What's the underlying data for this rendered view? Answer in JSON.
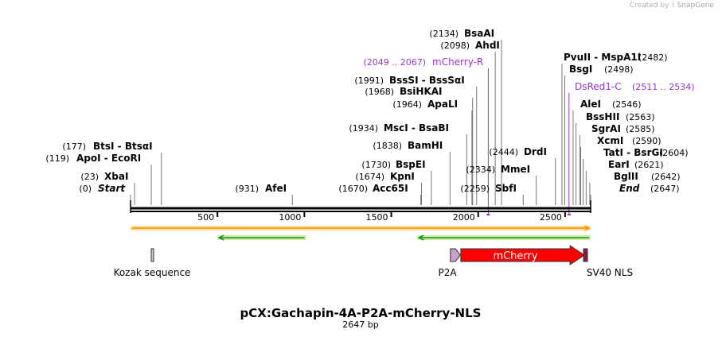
{
  "credit": {
    "prefix": "Created by",
    "brand": "SnapGene"
  },
  "title": "pCX:Gachapin-4A-P2A-mCherry-NLS",
  "length_label": "2647 bp",
  "sequence_length": 2647,
  "scale_ticks": [
    "500",
    "1000",
    "1500",
    "2000",
    "2500"
  ],
  "sites": [
    {
      "pos": "(0)",
      "name": "Start",
      "italic": true
    },
    {
      "pos": "(23)",
      "name": "XbaI"
    },
    {
      "pos": "(119)",
      "name": "ApoI  - EcoRI"
    },
    {
      "pos": "(177)",
      "name": "BtsI  - BtsαI"
    },
    {
      "pos": "(931)",
      "name": "AfeI"
    },
    {
      "pos": "(1670)",
      "name": "Acc65I"
    },
    {
      "pos": "(1674)",
      "name": "KpnI"
    },
    {
      "pos": "(1730)",
      "name": "BspEI"
    },
    {
      "pos": "(1838)",
      "name": "BamHI"
    },
    {
      "pos": "(1934)",
      "name": "MscI  - BsaBI"
    },
    {
      "pos": "(1964)",
      "name": "ApaLI"
    },
    {
      "pos": "(1968)",
      "name": "BsiHKAI"
    },
    {
      "pos": "(1991)",
      "name": "BssSI  - BssSαI"
    },
    {
      "pos": "(2049 .. 2067)",
      "name": "mCherry-R",
      "primer": true
    },
    {
      "pos": "(2098)",
      "name": "AhdI"
    },
    {
      "pos": "(2134)",
      "name": "BsaAI"
    },
    {
      "pos": "(2259)",
      "name": "SbfI"
    },
    {
      "pos": "(2334)",
      "name": "MmeI"
    },
    {
      "pos": "(2444)",
      "name": "DrdI"
    },
    {
      "pos": "(2482)",
      "name": "PvuII  - MspA1I"
    },
    {
      "pos": "(2498)",
      "name": "BsgI"
    },
    {
      "pos": "(2511 .. 2534)",
      "name": "DsRed1-C",
      "primer": true
    },
    {
      "pos": "(2546)",
      "name": "AleI"
    },
    {
      "pos": "(2563)",
      "name": "BssHII"
    },
    {
      "pos": "(2585)",
      "name": "SgrAI"
    },
    {
      "pos": "(2590)",
      "name": "XcmI"
    },
    {
      "pos": "(2604)",
      "name": "TatI  - BsrGI"
    },
    {
      "pos": "(2621)",
      "name": "EarI"
    },
    {
      "pos": "(2642)",
      "name": "BglII"
    },
    {
      "pos": "(2647)",
      "name": "End",
      "italic": true
    }
  ],
  "features": [
    {
      "name": "Kozak sequence",
      "start": 115,
      "end": 128,
      "color": "#cccccc",
      "type": "box"
    },
    {
      "name": "P2A",
      "start": 1840,
      "end": 1897,
      "color": "#c8a0c8",
      "type": "arrow"
    },
    {
      "name": "mCherry",
      "start": 1900,
      "end": 2611,
      "color": "#ff0000",
      "type": "arrow"
    },
    {
      "name": "SV40 NLS",
      "start": 2611,
      "end": 2632,
      "color": "#8b1a3a",
      "type": "box"
    }
  ],
  "orfs": [
    {
      "start": 0,
      "end": 2647,
      "direction": "right",
      "color": "#ff8c00",
      "fill": "#ffe0a0"
    },
    {
      "start": 500,
      "end": 1010,
      "direction": "left",
      "color": "#228b22",
      "fill": "#c8f0a0"
    },
    {
      "start": 1650,
      "end": 2647,
      "direction": "left",
      "color": "#228b22",
      "fill": "#c8f0a0"
    }
  ],
  "colors": {
    "primer": "#9933cc",
    "axis": "#000000",
    "leader": "#777777"
  }
}
